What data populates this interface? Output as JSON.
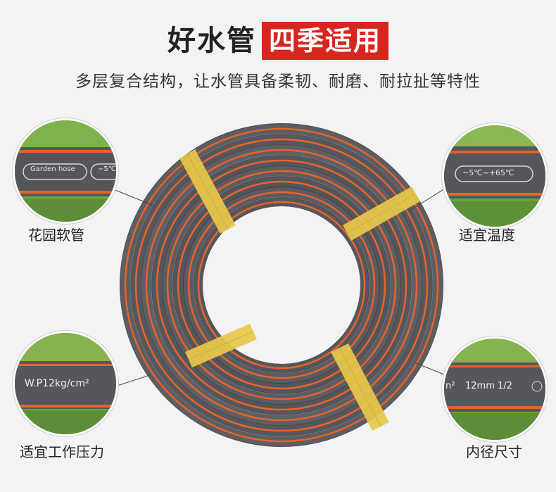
{
  "header": {
    "title": "好水管",
    "badge": "四季适用",
    "subtitle": "多层复合结构，让水管具备柔韧、耐磨、耐拉扯等特性"
  },
  "callouts": {
    "top_left": {
      "label": "花园软管",
      "hose_text": "Garden hose",
      "hose_text_extra": "−5℃"
    },
    "top_right": {
      "label": "适宜温度",
      "hose_text": "−5℃~+65℃"
    },
    "bottom_left": {
      "label": "适宜工作压力",
      "hose_text": "W.P12kg/cm²"
    },
    "bottom_right": {
      "label": "内径尺寸",
      "hose_text": "12mm 1/2",
      "hose_text_extra": "n²"
    }
  },
  "colors": {
    "accent_red": "#d7261d",
    "hose_gray": "#5a5b60",
    "hose_orange": "#e8632a",
    "tape_yellow": "#e8c94a",
    "grass": "#6aa23f"
  }
}
